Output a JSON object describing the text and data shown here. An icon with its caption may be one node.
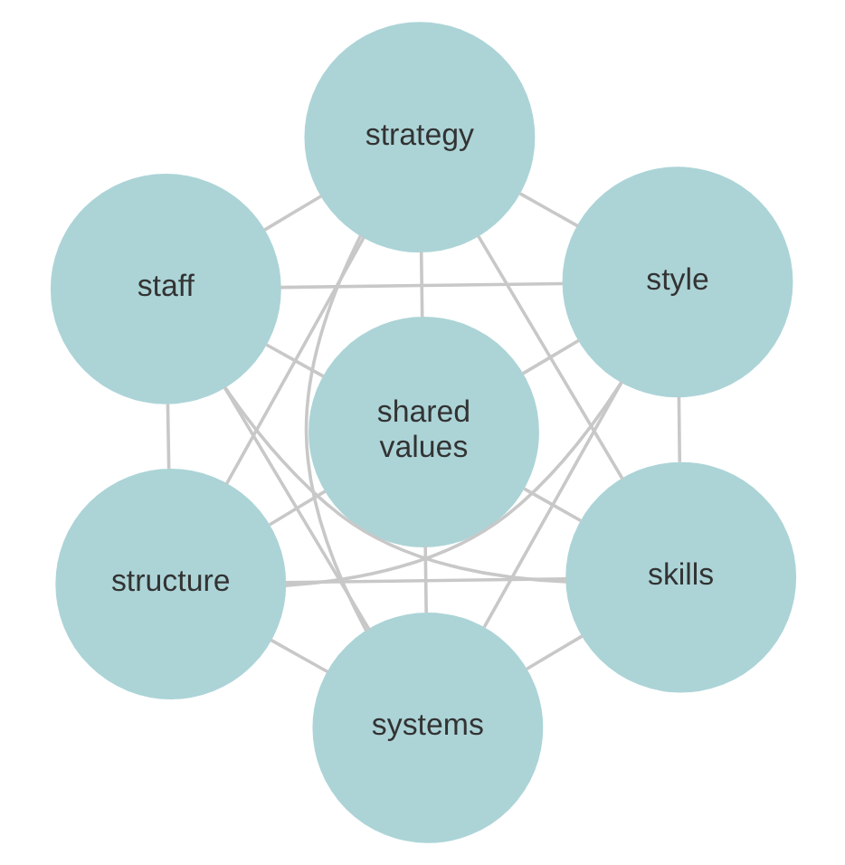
{
  "diagram": {
    "nodes": [
      {
        "text": [
          "style"
        ]
      },
      {
        "text": [
          "strategy"
        ]
      },
      {
        "text": [
          "skills"
        ]
      },
      {
        "text": [
          "shared values"
        ]
      },
      {
        "text": [
          "staff"
        ]
      },
      {
        "text": [
          "systems"
        ]
      },
      {
        "text": [
          "structure"
        ]
      }
    ],
    "edges": [
      {
        "from": 0,
        "to": 1,
        "arrow": "none"
      },
      {
        "from": 0,
        "to": 2,
        "arrow": "none"
      },
      {
        "from": 0,
        "to": 3,
        "arrow": "none"
      },
      {
        "from": 0,
        "to": 4,
        "arrow": "none"
      },
      {
        "from": 0,
        "to": 5,
        "arrow": "none"
      },
      {
        "from": 0,
        "to": 6,
        "arrow": "none"
      },
      {
        "from": 1,
        "to": 2,
        "arrow": "none"
      },
      {
        "from": 1,
        "to": 3,
        "arrow": "none"
      },
      {
        "from": 1,
        "to": 4,
        "arrow": "none"
      },
      {
        "from": 1,
        "to": 5,
        "arrow": "none"
      },
      {
        "from": 1,
        "to": 6,
        "arrow": "none"
      },
      {
        "from": 2,
        "to": 3,
        "arrow": "none"
      },
      {
        "from": 2,
        "to": 4,
        "arrow": "none"
      },
      {
        "from": 2,
        "to": 5,
        "arrow": "none"
      },
      {
        "from": 2,
        "to": 6,
        "arrow": "none"
      },
      {
        "from": 3,
        "to": 4,
        "arrow": "none"
      },
      {
        "from": 3,
        "to": 5,
        "arrow": "none"
      },
      {
        "from": 3,
        "to": 6,
        "arrow": "none"
      },
      {
        "from": 4,
        "to": 5,
        "arrow": "none"
      },
      {
        "from": 4,
        "to": 6,
        "arrow": "none"
      },
      {
        "from": 5,
        "to": 6,
        "arrow": "none"
      }
    ]
  }
}
